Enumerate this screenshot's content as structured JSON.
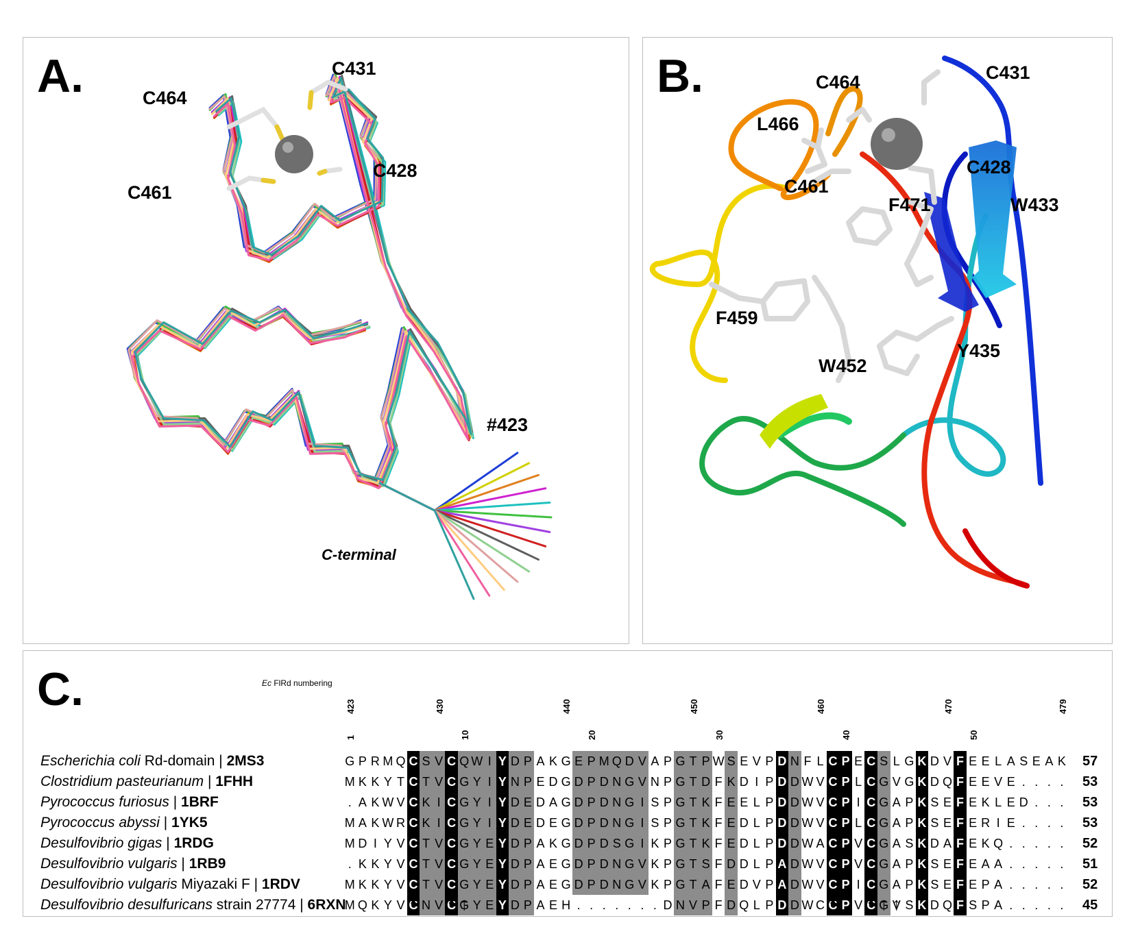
{
  "panel_a": {
    "label": "A.",
    "residues": [
      "C431",
      "C464",
      "C428",
      "C461",
      "#423"
    ],
    "c_terminal": "C-terminal"
  },
  "panel_b": {
    "label": "B.",
    "residues": [
      "C464",
      "C431",
      "L466",
      "C428",
      "C461",
      "F471",
      "W433",
      "F459",
      "Y435",
      "W452"
    ]
  },
  "panel_c": {
    "label": "C.",
    "numbering_label_italic": "Ec",
    "numbering_label_rest": " FlRd numbering",
    "ec_ticks": [
      {
        "label": "423",
        "col": 0
      },
      {
        "label": "430",
        "col": 7
      },
      {
        "label": "440",
        "col": 17
      },
      {
        "label": "450",
        "col": 27
      },
      {
        "label": "460",
        "col": 37
      },
      {
        "label": "470",
        "col": 47
      },
      {
        "label": "479",
        "col": 56
      }
    ],
    "local_ticks": [
      {
        "label": "1",
        "col": 0
      },
      {
        "label": "10",
        "col": 9
      },
      {
        "label": "20",
        "col": 19
      },
      {
        "label": "30",
        "col": 29
      },
      {
        "label": "40",
        "col": 39
      },
      {
        "label": "50",
        "col": 49
      }
    ],
    "rows": [
      {
        "species": "Escherichia coli",
        "extra": " Rd-domain",
        "pdb": "2MS3",
        "seq": "GPRMQCSVCQWIYDPAKGEPMQDVAPGTPWSEVPDNFLCPECSLGKDVFEELASEAK",
        "length": "57"
      },
      {
        "species": "Clostridium pasteurianum",
        "extra": "",
        "pdb": "1FHH",
        "seq": "MKKYTCTVCGYIYNPEDGDPDNGVNPGTDFKDIPDDWVCPLCGVGKDQFEEVE....",
        "length": "53"
      },
      {
        "species": "Pyrococcus furiosus",
        "extra": "",
        "pdb": "1BRF",
        "seq": ".AKWVCKICGYIYDEDAGDPDNGISPGTKFEELPDDWVCPICGAPKSEFEKLED...",
        "length": "53"
      },
      {
        "species": "Pyrococcus abyssi",
        "extra": "",
        "pdb": "1YK5",
        "seq": "MAKWRCKICGYIYDEDEGDPDNGISPGTKFEDLPDDWVCPLCGAPKSEFERIE....",
        "length": "53"
      },
      {
        "species": "Desulfovibrio gigas",
        "extra": "",
        "pdb": "1RDG",
        "seq": "MDIYVCTVCGYEYDPAKGDPDSGIKPGTKFEDLPDDWACPVCGASKDAFEKQ.....",
        "length": "52"
      },
      {
        "species": "Desulfovibrio vulgaris",
        "extra": " ",
        "pdb": "1RB9",
        "seq": ".KKYVCTVCGYEYDPAEGDPDNGVKPGTSFDDLPADWVCPVCGAPKSEFEAA.....",
        "length": "51"
      },
      {
        "species": "Desulfovibrio vulgaris",
        "extra": " Miyazaki F",
        "pdb": "1RDV",
        "seq": "MKKYVCTVCGYEYDPAEGDPDNGVKPGTAFEDVPADWVCPICGAPKSEFEPA.....",
        "length": "52"
      },
      {
        "species": "Desulfovibrio desulfuricans",
        "extra": " strain 27774",
        "pdb": "6RXN",
        "seq": "MQKYVCNVCGYEYDPAEH.......DNVPFDQLPDDWCCPVCGVSKDQFSPA.....",
        "length": "45"
      }
    ],
    "identity_cols": [
      5,
      8,
      12,
      34,
      38,
      39,
      41,
      45,
      48
    ],
    "similar_cols": [
      6,
      7,
      9,
      10,
      11,
      13,
      14,
      18,
      19,
      20,
      21,
      22,
      23,
      26,
      27,
      28,
      30,
      35,
      42
    ],
    "markers": [
      {
        "col": 5,
        "symbol": "*"
      },
      {
        "col": 8,
        "symbol": "*"
      },
      {
        "col": 9,
        "symbol": "↑"
      },
      {
        "col": 38,
        "symbol": "*"
      },
      {
        "col": 41,
        "symbol": "*"
      },
      {
        "col": 42,
        "symbol": "↑"
      },
      {
        "col": 43,
        "symbol": "↑"
      }
    ]
  },
  "colors": {
    "identity_bg": "#000000",
    "similar_bg": "#8c8c8c",
    "metal_sphere": "#6e6e6e",
    "sidechain": "#dcdcdc",
    "sulfur": "#e8c830"
  }
}
